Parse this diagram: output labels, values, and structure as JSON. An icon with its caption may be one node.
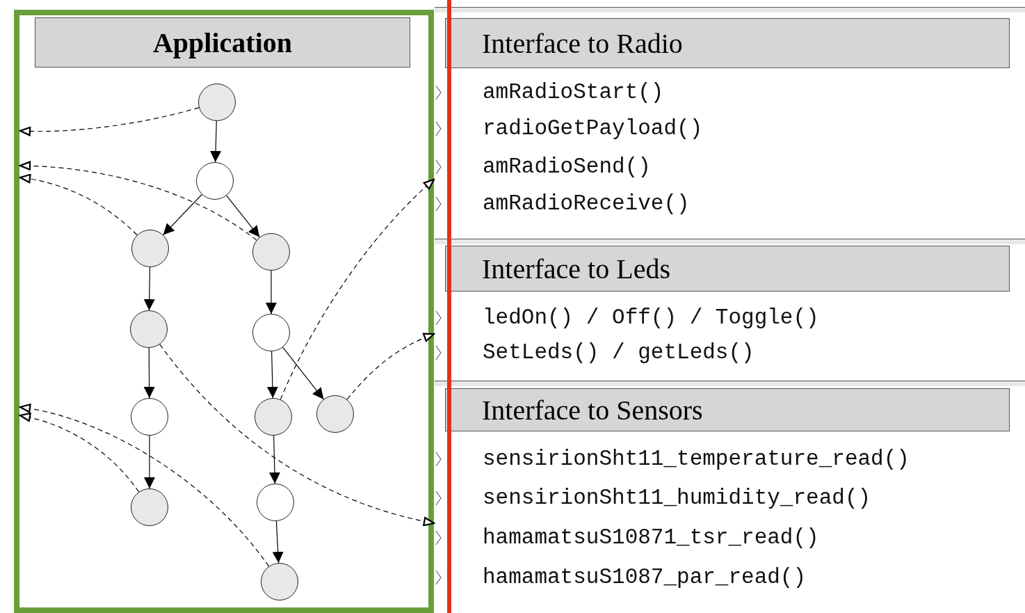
{
  "diagram": {
    "nodes": [
      {
        "text": [
          "Application"
        ]
      },
      {
        "text": [],
        "shape": "circle",
        "in": 0
      },
      {
        "text": [],
        "shape": "circle",
        "in": 0
      },
      {
        "text": [],
        "shape": "circle",
        "in": 0
      },
      {
        "text": [],
        "shape": "circle",
        "in": 0
      },
      {
        "text": [],
        "shape": "circle",
        "in": 0
      },
      {
        "text": [],
        "shape": "circle",
        "in": 0
      },
      {
        "text": [],
        "shape": "circle",
        "in": 0
      },
      {
        "text": [],
        "shape": "circle",
        "in": 0
      },
      {
        "text": [],
        "shape": "circle",
        "in": 0
      },
      {
        "text": [],
        "shape": "circle",
        "in": 0
      },
      {
        "text": [],
        "shape": "circle",
        "in": 0
      },
      {
        "text": [],
        "shape": "circle",
        "in": 0
      },
      {
        "text": [
          "Interface to Radio",
          "amRadioStart()",
          "radioGetPayload()",
          "amRadioSend()",
          "amRadioReceive()"
        ]
      },
      {
        "text": [
          "Interface to Leds",
          "ledOn() / Off() / Toggle()",
          "SetLeds() / getLeds()"
        ]
      },
      {
        "text": [
          "Interface to Sensors",
          "sensirionSht11_temperature_read()",
          "sensirionSht11_humidity_read()",
          "hamamatsuS10871_tsr_read()",
          "hamamatsuS1087_par_read()"
        ]
      }
    ],
    "edges": [
      {
        "from": 1,
        "to": 2,
        "arrow": "to"
      },
      {
        "from": 2,
        "to": 3,
        "arrow": "to"
      },
      {
        "from": 2,
        "to": 4,
        "arrow": "to"
      },
      {
        "from": 3,
        "to": 5,
        "arrow": "to"
      },
      {
        "from": 4,
        "to": 6,
        "arrow": "to"
      },
      {
        "from": 5,
        "to": 7,
        "arrow": "to"
      },
      {
        "from": 6,
        "to": 8,
        "arrow": "to"
      },
      {
        "from": 6,
        "to": 9,
        "arrow": "to"
      },
      {
        "from": 7,
        "to": 10,
        "arrow": "to"
      },
      {
        "from": 8,
        "to": 11,
        "arrow": "to"
      },
      {
        "from": 11,
        "to": 12,
        "arrow": "to"
      },
      {
        "from": 1,
        "to": 0,
        "arrow": "to",
        "style": "dashed"
      },
      {
        "from": 4,
        "to": 0,
        "arrow": "to",
        "style": "dashed"
      },
      {
        "from": 3,
        "to": 0,
        "arrow": "to",
        "style": "dashed"
      },
      {
        "from": 8,
        "to": 13,
        "arrow": "to",
        "style": "dashed"
      },
      {
        "from": 9,
        "to": 14,
        "arrow": "to",
        "style": "dashed"
      },
      {
        "from": 5,
        "to": 15,
        "arrow": "to",
        "style": "dashed"
      },
      {
        "from": 12,
        "to": 0,
        "arrow": "to",
        "style": "dashed"
      },
      {
        "from": 10,
        "to": 0,
        "arrow": "to",
        "style": "dashed"
      }
    ]
  }
}
